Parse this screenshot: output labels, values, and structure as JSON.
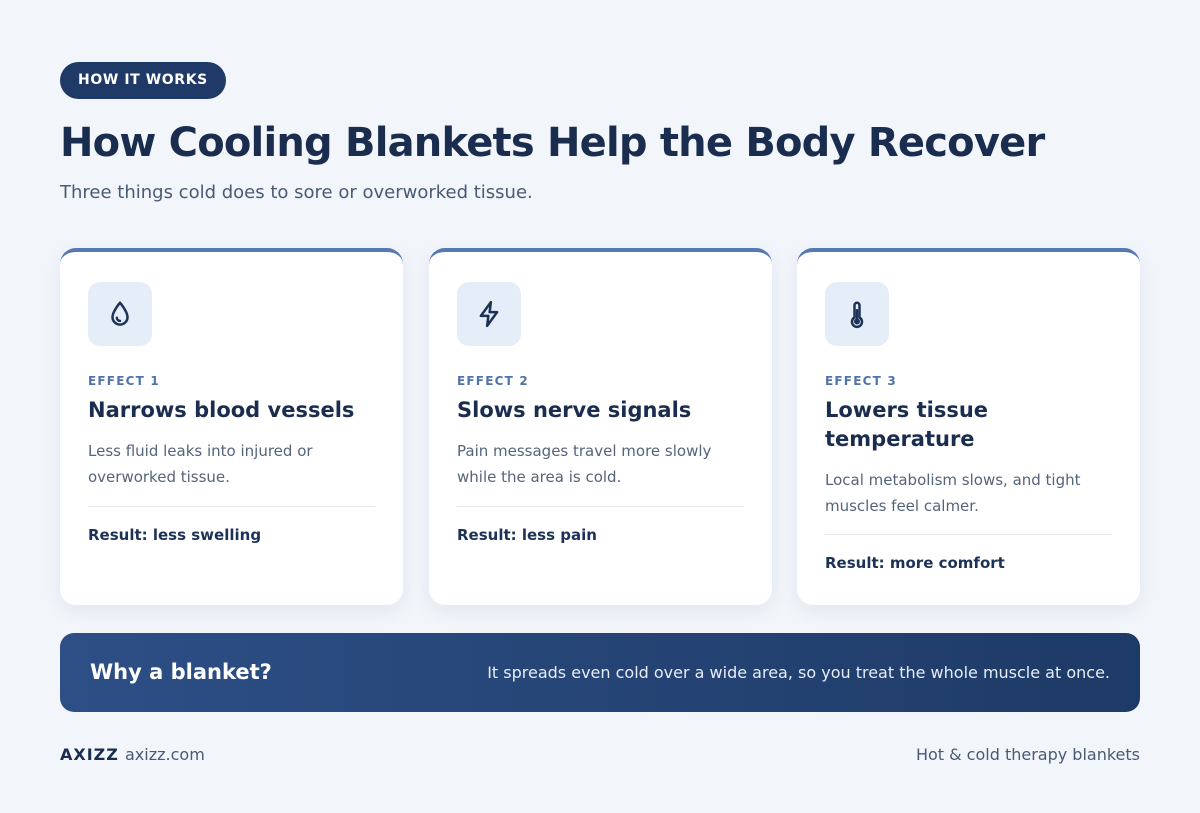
{
  "badge": "HOW IT WORKS",
  "title": "How Cooling Blankets Help the Body Recover",
  "subtitle": "Three things cold does to sore or overworked tissue.",
  "cards": [
    {
      "icon": "water-drop-icon",
      "label": "EFFECT 1",
      "title": "Narrows blood vessels",
      "desc": "Less fluid leaks into injured or overworked tissue.",
      "result": "Result: less swelling"
    },
    {
      "icon": "lightning-bolt-icon",
      "label": "EFFECT 2",
      "title": "Slows nerve signals",
      "desc": "Pain messages travel more slowly while the area is cold.",
      "result": "Result: less pain"
    },
    {
      "icon": "thermometer-icon",
      "label": "EFFECT 3",
      "title": "Lowers tissue temperature",
      "desc": "Local metabolism slows, and tight muscles feel calmer.",
      "result": "Result: more comfort"
    }
  ],
  "banner": {
    "title": "Why a blanket?",
    "text": "It spreads even cold over a wide area, so you treat the whole muscle at once."
  },
  "footer": {
    "brand": "AXIZZ",
    "url": "axizz.com",
    "tagline": "Hot & cold therapy blankets"
  },
  "colors": {
    "background": "#f2f5fa",
    "navy": "#1f3a66",
    "accent": "#5579b3",
    "icon_bg": "#e5edf8"
  }
}
